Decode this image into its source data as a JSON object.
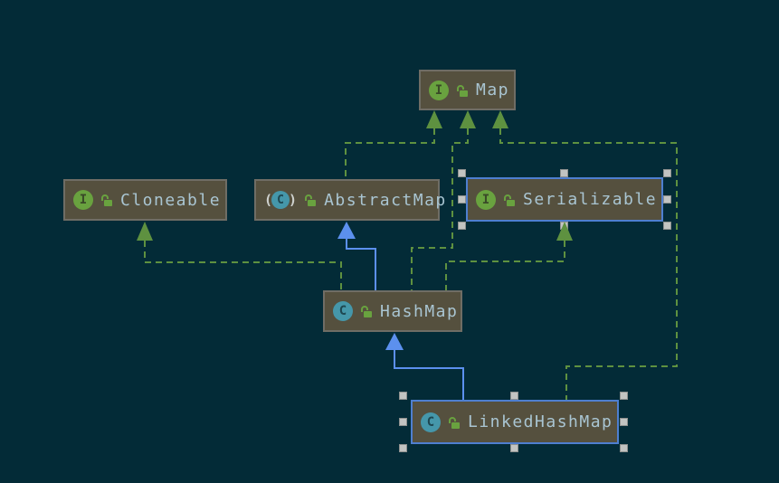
{
  "diagram": {
    "tool": "uml-class-diagram",
    "colors": {
      "background": "#032b37",
      "node_fill": "#55503e",
      "node_border": "#6f6d65",
      "node_text": "#a9c5d2",
      "selection_border": "#4e7fd0",
      "selection_handle": "#c2c4c2",
      "implements_edge": "#5e9140",
      "extends_edge": "#5c90ee",
      "interface_badge": "#69a23f",
      "class_badge": "#4597aa"
    },
    "nodes": [
      {
        "id": "map",
        "label": "Map",
        "kind": "interface",
        "badge_letter": "I",
        "locked": false,
        "selected": false
      },
      {
        "id": "cloneable",
        "label": "Cloneable",
        "kind": "interface",
        "badge_letter": "I",
        "locked": false,
        "selected": false
      },
      {
        "id": "abstractmap",
        "label": "AbstractMap",
        "kind": "abstract-class",
        "badge_letter": "C",
        "locked": false,
        "selected": false
      },
      {
        "id": "serializable",
        "label": "Serializable",
        "kind": "interface",
        "badge_letter": "I",
        "locked": false,
        "selected": true
      },
      {
        "id": "hashmap",
        "label": "HashMap",
        "kind": "class",
        "badge_letter": "C",
        "locked": false,
        "selected": false
      },
      {
        "id": "linkedhashmap",
        "label": "LinkedHashMap",
        "kind": "class",
        "badge_letter": "C",
        "locked": false,
        "selected": true
      }
    ],
    "edges": [
      {
        "from": "AbstractMap",
        "to": "Map",
        "type": "implements"
      },
      {
        "from": "HashMap",
        "to": "Map",
        "type": "implements"
      },
      {
        "from": "LinkedHashMap",
        "to": "Map",
        "type": "implements"
      },
      {
        "from": "HashMap",
        "to": "Cloneable",
        "type": "implements"
      },
      {
        "from": "HashMap",
        "to": "Serializable",
        "type": "implements"
      },
      {
        "from": "HashMap",
        "to": "AbstractMap",
        "type": "extends"
      },
      {
        "from": "LinkedHashMap",
        "to": "HashMap",
        "type": "extends"
      }
    ]
  }
}
